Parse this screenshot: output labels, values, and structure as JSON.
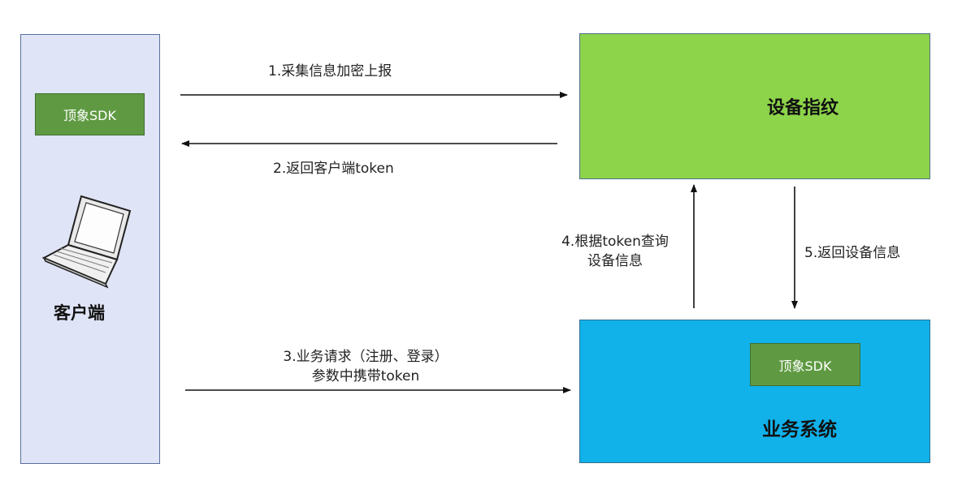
{
  "nodes": {
    "client": {
      "title": "客户端",
      "sdk_label": "顶象SDK"
    },
    "fingerprint": {
      "title": "设备指纹"
    },
    "business": {
      "title": "业务系统",
      "sdk_label": "顶象SDK"
    }
  },
  "edges": {
    "step1": "1.采集信息加密上报",
    "step2": "2.返回客户端token",
    "step3_line1": "3.业务请求（注册、登录）",
    "step3_line2": "参数中携带token",
    "step4_line1": "4.根据token查询",
    "step4_line2": "设备信息",
    "step5": "5.返回设备信息"
  },
  "icons": [
    "laptop-icon",
    "server-icon"
  ],
  "colors": {
    "client_bg": "#dfe4f6",
    "fingerprint_bg": "#8dd44a",
    "business_bg": "#11b1ea",
    "sdk_bg": "#5f9a42"
  }
}
